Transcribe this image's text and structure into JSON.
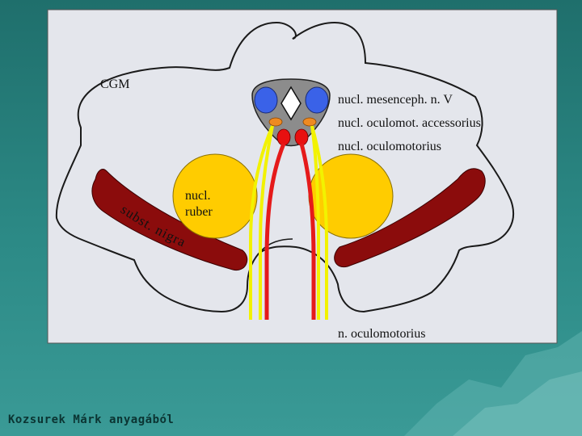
{
  "labels": {
    "cgm": "CGM",
    "mesenceph": "nucl. mesenceph. n. V",
    "oculomot_acc": "nucl. oculomot. accessorius",
    "oculomotorius": "nucl. oculomotorius",
    "ruber_line1": "nucl.",
    "ruber_line2": "ruber",
    "subst_nigra": "subst. nigra",
    "nerve": "n. oculomotorius"
  },
  "credit": "Kozsurek Márk anyagából",
  "colors": {
    "panel": "#e4e6ec",
    "cgm_gray": "#8c8c8c",
    "mesenceph_blue": "#3a62e8",
    "nucleus_red": "#e81010",
    "accessory_orange": "#ee8a22",
    "ruber_yellow": "#ffcc00",
    "nigra_maroon": "#8b0c0c",
    "tract_red": "#e51a1a",
    "tract_yellow": "#f2f200"
  }
}
